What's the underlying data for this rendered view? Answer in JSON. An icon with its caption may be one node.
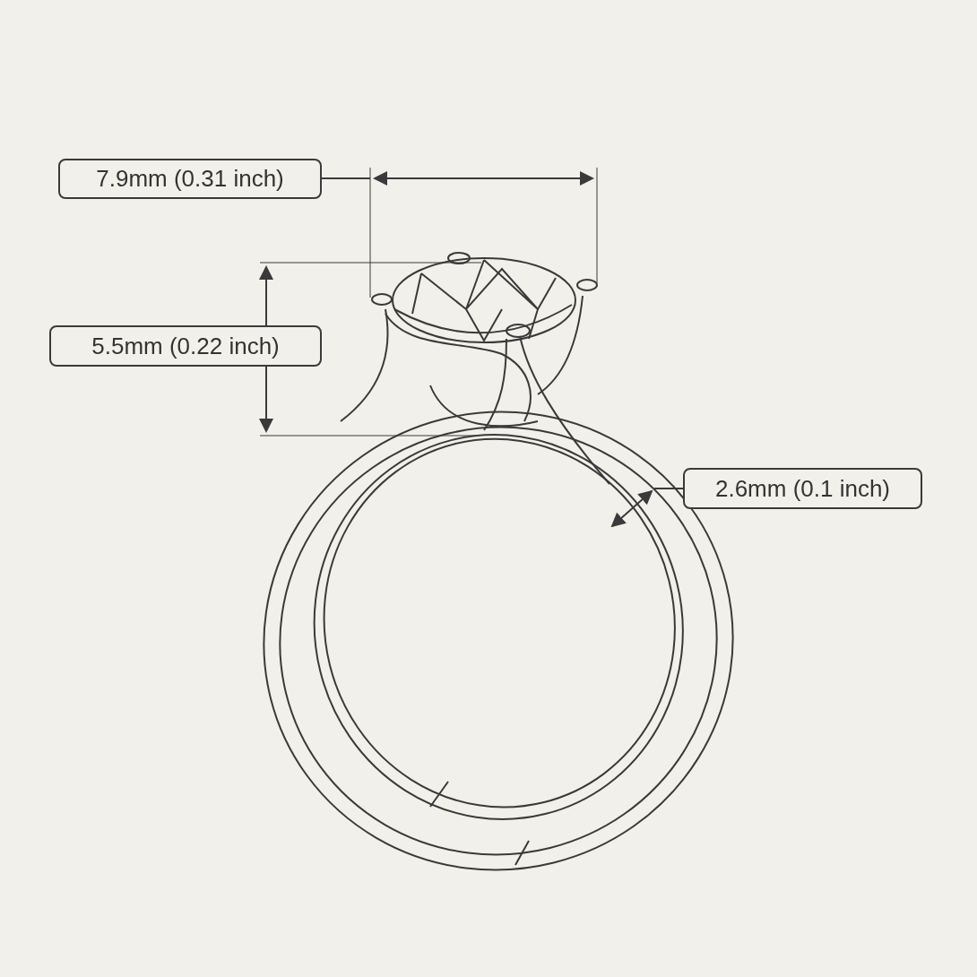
{
  "diagram": {
    "nodes": [
      {
        "text": [
          "7.9mm (0.31 inch)"
        ]
      },
      {
        "text": [
          "5.5mm (0.22 inch)"
        ]
      },
      {
        "text": [
          "2.6mm (0.1 inch)"
        ]
      }
    ]
  }
}
